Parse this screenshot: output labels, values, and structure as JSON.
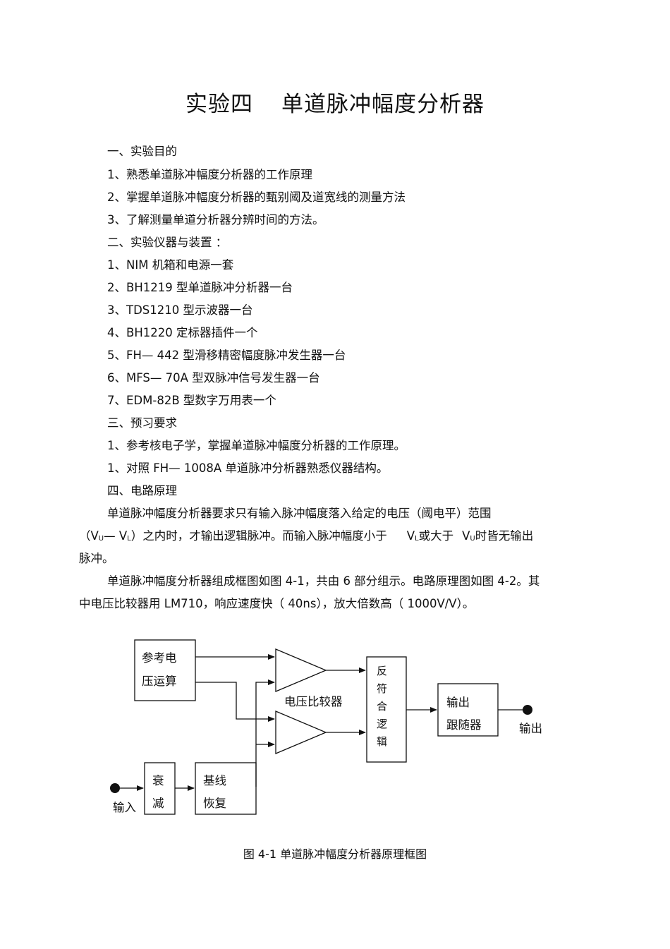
{
  "title": {
    "left": "实验四",
    "right": "单道脉冲幅度分析器"
  },
  "s1": {
    "heading": "一、实验目的",
    "items": [
      "1、熟悉单道脉冲幅度分析器的工作原理",
      "2、掌握单道脉冲幅度分析器的甄别阈及道宽线的测量方法",
      "3、了解测量单道分析器分辨时间的方法。"
    ]
  },
  "s2": {
    "heading": "二、实验仪器与装置  ：",
    "items": [
      "1、NIM 机箱和电源一套",
      "2、BH1219 型单道脉冲分析器一台",
      "3、TDS1210 型示波器一台",
      "4、BH1220 定标器插件一个",
      "5、FH— 442 型滑移精密幅度脉冲发生器一台",
      "6、MFS— 70A 型双脉冲信号发生器一台",
      "7、EDM-82B 型数字万用表一个"
    ]
  },
  "s3": {
    "heading": "三、预习要求",
    "items": [
      "1、参考核电子学，掌握单道脉冲幅度分析器的工作原理。",
      "1、对照 FH— 1008A 单道脉冲分析器熟悉仪器结构。"
    ]
  },
  "s4": {
    "heading": "四、电路原理",
    "p1": {
      "l1": "单道脉冲幅度分析器要求只有输入脉冲幅度落入给定的电压（阈电平）范围",
      "l2_a": "（V",
      "l2_sub1": "U",
      "l2_b": "— V",
      "l2_sub2": "L",
      "l2_c": "）之内时，才输出逻辑脉冲。而输入脉冲幅度小于",
      "l2_d": "V",
      "l2_sub3": "L",
      "l2_e": "或大于",
      "l2_f": "V",
      "l2_sub4": "U",
      "l2_g": "时皆无输出",
      "l3": "脉冲。"
    },
    "p2": {
      "l1": "单道脉冲幅度分析器组成框图如图    4-1，共由 6 部分组示。电路原理图如图    4-2。其",
      "l2": "中电压比较器用    LM710，响应速度快（  40ns），放大倍数高（  1000V/V）。"
    }
  },
  "diagram": {
    "ref_box": [
      "参考电",
      "压运算"
    ],
    "comparator_label": "电压比较器",
    "anti_logic": [
      "反",
      "符",
      "合",
      "逻",
      "辑"
    ],
    "out_follower": [
      "输出",
      "跟随器"
    ],
    "output_label": "输出",
    "attenuator": [
      "衰",
      "减"
    ],
    "baseline": [
      "基线",
      "恢复"
    ],
    "input_label": "输入"
  },
  "caption": "图 4-1    单道脉冲幅度分析器原理框图"
}
